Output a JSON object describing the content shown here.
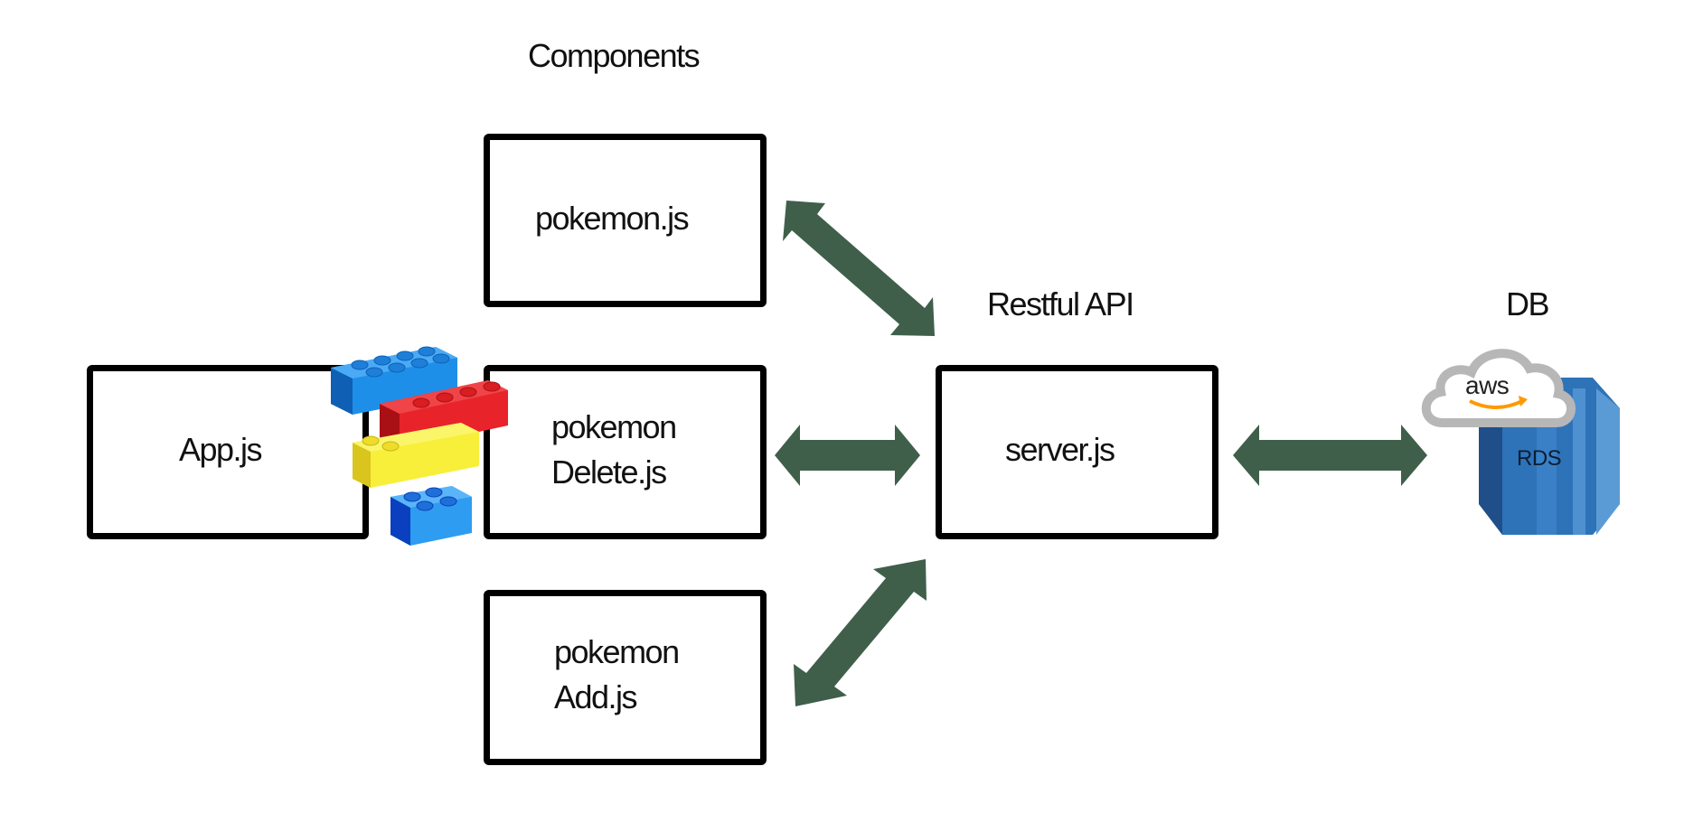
{
  "headers": {
    "components": "Components",
    "api": "Restful API",
    "db": "DB"
  },
  "boxes": {
    "app": "App.js",
    "pokemon": "pokemon.js",
    "delete_line1": "pokemon",
    "delete_line2": "Delete.js",
    "add_line1": "pokemon",
    "add_line2": "Add.js",
    "server": "server.js"
  },
  "db": {
    "cloud_text": "aws",
    "cylinder_text": "RDS"
  },
  "colors": {
    "arrow": "#3f5f4a",
    "box_border": "#000000",
    "rds_dark": "#1f4e89",
    "rds_mid": "#2e73b8",
    "rds_light": "#5b9bd5",
    "aws_orange": "#ff9900"
  },
  "icons": [
    "lego-blocks-icon",
    "aws-cloud-icon",
    "rds-database-icon"
  ]
}
